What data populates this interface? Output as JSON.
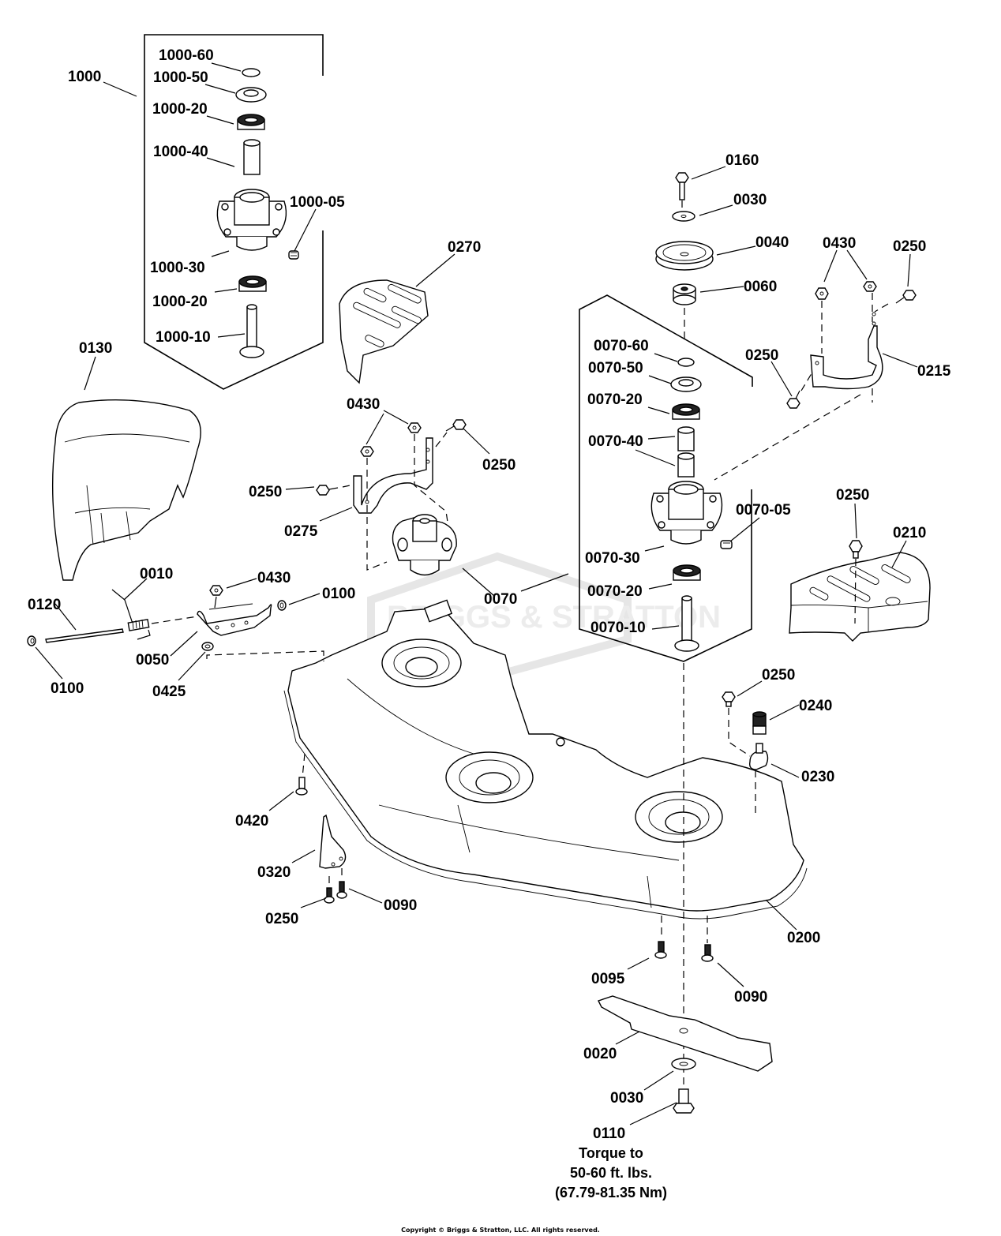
{
  "diagram": {
    "title": "Mower Deck Parts Diagram",
    "watermark": "BRIGGS & STRATTON",
    "copyright": "Copyright © Briggs & Stratton, LLC. All rights reserved.",
    "torque_note": {
      "part": "0110",
      "line1": "Torque to",
      "line2": "50-60 ft. lbs.",
      "line3": "(67.79-81.35 Nm)"
    },
    "groups": {
      "spindle_assembly_1000": {
        "callout": "1000",
        "parts": [
          "1000-60",
          "1000-50",
          "1000-20",
          "1000-40",
          "1000-05",
          "1000-30",
          "1000-20",
          "1000-10"
        ]
      },
      "spindle_assembly_0070": {
        "callout": "0070",
        "parts": [
          "0070-60",
          "0070-50",
          "0070-20",
          "0070-40",
          "0070-05",
          "0070-30",
          "0070-20",
          "0070-10"
        ]
      }
    },
    "labels": [
      {
        "id": "1000",
        "text": "1000"
      },
      {
        "id": "1000-60",
        "text": "1000-60"
      },
      {
        "id": "1000-50",
        "text": "1000-50"
      },
      {
        "id": "1000-20a",
        "text": "1000-20"
      },
      {
        "id": "1000-40",
        "text": "1000-40"
      },
      {
        "id": "1000-05",
        "text": "1000-05"
      },
      {
        "id": "1000-30",
        "text": "1000-30"
      },
      {
        "id": "1000-20b",
        "text": "1000-20"
      },
      {
        "id": "1000-10",
        "text": "1000-10"
      },
      {
        "id": "0130",
        "text": "0130"
      },
      {
        "id": "0270",
        "text": "0270"
      },
      {
        "id": "0430a",
        "text": "0430"
      },
      {
        "id": "0250a",
        "text": "0250"
      },
      {
        "id": "0250b",
        "text": "0250"
      },
      {
        "id": "0275",
        "text": "0275"
      },
      {
        "id": "0070",
        "text": "0070"
      },
      {
        "id": "0160",
        "text": "0160"
      },
      {
        "id": "0030a",
        "text": "0030"
      },
      {
        "id": "0040",
        "text": "0040"
      },
      {
        "id": "0060",
        "text": "0060"
      },
      {
        "id": "0430b",
        "text": "0430"
      },
      {
        "id": "0250c",
        "text": "0250"
      },
      {
        "id": "0250d",
        "text": "0250"
      },
      {
        "id": "0215",
        "text": "0215"
      },
      {
        "id": "0070-60",
        "text": "0070-60"
      },
      {
        "id": "0070-50",
        "text": "0070-50"
      },
      {
        "id": "0070-20a",
        "text": "0070-20"
      },
      {
        "id": "0070-40",
        "text": "0070-40"
      },
      {
        "id": "0070-05",
        "text": "0070-05"
      },
      {
        "id": "0070-30",
        "text": "0070-30"
      },
      {
        "id": "0070-20b",
        "text": "0070-20"
      },
      {
        "id": "0070-10",
        "text": "0070-10"
      },
      {
        "id": "0250e",
        "text": "0250"
      },
      {
        "id": "0210",
        "text": "0210"
      },
      {
        "id": "0010",
        "text": "0010"
      },
      {
        "id": "0430c",
        "text": "0430"
      },
      {
        "id": "0100a",
        "text": "0100"
      },
      {
        "id": "0120",
        "text": "0120"
      },
      {
        "id": "0050",
        "text": "0050"
      },
      {
        "id": "0425",
        "text": "0425"
      },
      {
        "id": "0100b",
        "text": "0100"
      },
      {
        "id": "0250f",
        "text": "0250"
      },
      {
        "id": "0240",
        "text": "0240"
      },
      {
        "id": "0230",
        "text": "0230"
      },
      {
        "id": "0420",
        "text": "0420"
      },
      {
        "id": "0320",
        "text": "0320"
      },
      {
        "id": "0250g",
        "text": "0250"
      },
      {
        "id": "0090a",
        "text": "0090"
      },
      {
        "id": "0200",
        "text": "0200"
      },
      {
        "id": "0095",
        "text": "0095"
      },
      {
        "id": "0090b",
        "text": "0090"
      },
      {
        "id": "0020",
        "text": "0020"
      },
      {
        "id": "0030b",
        "text": "0030"
      },
      {
        "id": "0110",
        "text": "0110"
      }
    ]
  }
}
